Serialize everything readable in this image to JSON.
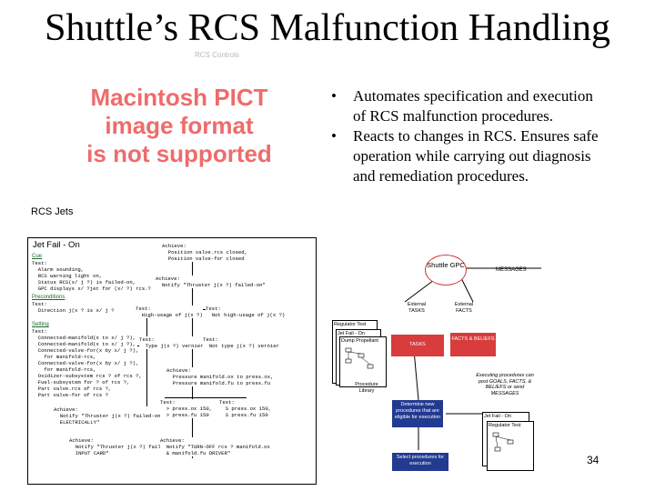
{
  "title": "Shuttle’s RCS Malfunction Handling",
  "subtitle_faint": "RCS Controls",
  "placeholder_image": {
    "lines": [
      "Macintosh PICT",
      "image format",
      "is not supported"
    ]
  },
  "rcs_jets_label": "RCS Jets",
  "bullets": [
    "Automates specification and execution of RCS malfunction procedures.",
    "Reacts to changes in RCS. Ensures safe operation while carrying out diagnosis and remediation procedures."
  ],
  "procedure": {
    "name": "Jet Fail - On",
    "cue_label": "Cue",
    "cue_text": "Test:\n  Alarm sounding,\n  RCS warning light on,\n  Status RCS(x/ j ?) is failed-on,\n  GPC displays x/ ?jet for (x/ ?) rcs.?",
    "preconditions_label": "Preconditions",
    "preconditions_text": "Test:\n  Direction j(x ? is x/ j ?",
    "setting_label": "Setting",
    "setting_text": "Test:\n  Connected-manifold(x to x/ j ?),\n  Connected-manifold(x to x/ j ?),\n  Connected-valve-for(x by x/ j ?),\n    for manifold-rcs,\n  Connected-valve-for(x by x/ j ?),\n    for manifold-rcs,\n  Oxidizer-subsystem rcs ? of rcs ?,\n  Fuel-subsystem for ? of rcs ?,\n  Part valve.rcs of rcs ?,\n  Part valve-for of rcs ?",
    "achieve_top": "Achieve:\n  Position valve.rcs closed,\n  Position valve-for closed",
    "achieve_notify_failed_on": "Achieve:\n  Notify \"Thruster j(x ?) failed-on\"",
    "test_high_usage": "Test:\n  High-usage of j(x ?)",
    "test_not_high_usage": "Test:\n  Not high-usage of j(x ?)",
    "test_type_vernier": "Test:\n  Type j(x ?) vernier",
    "test_not_type_vernier": "Test:\n  Not type j(x ?) vernier",
    "achieve_pressure": "Achieve:\n  Pressure manifold.ox to press.ox,\n  Pressure manifold.fu to press.fu",
    "test_press_gt": "Test:\n  > press.ox 150,\n  > press.fu 150",
    "test_press_le": "Test:\n  S press.ox 150,\n  S press.fu 150",
    "achieve_electrically": "Achieve:\n  Notify \"Thruster j(x ?) failed-on\n  ELECTRICALLY\"",
    "achieve_inputcard": "Achieve:\n  Notify \"Thruster j(x ?) failed-on\n  INPUT CARD\"",
    "achieve_turnoff": "Achieve:\n  Notify \"TURN-OFF rcs ? manifold.ox\n  & manifold.fu DRIVER\""
  },
  "system": {
    "shuttle_gpc": "Shuttle GPC",
    "messages": "MESSAGES",
    "external_tasks": "External TASKS",
    "external_facts": "External FACTS",
    "regulator_test": "Regulator Test",
    "jet_fail_on": "Jet Fail - On",
    "dump_propellant": "Dump Propellant",
    "tasks": "TASKS",
    "facts_beliefs": "FACTS & BELIEFS",
    "procedure_library": "Procedure Library",
    "executing_note": "Executing procedures can post GOALS, FACTS, & BELIEFS or send MESSAGES",
    "determine_new": "Determine new procedures that are eligible for execution",
    "jet_fail_on_2": "Jet Fail - On",
    "regulator_test_2": "Regulator Test",
    "select_procedures": "Select procedures for execution"
  },
  "page_number": "34",
  "colors": {
    "pict_text": "#ef6b6b",
    "oval_border": "#d43a3a",
    "red_box": "#d83c3c",
    "blue_box": "#223a8f",
    "green_label": "#1a6a2a"
  }
}
